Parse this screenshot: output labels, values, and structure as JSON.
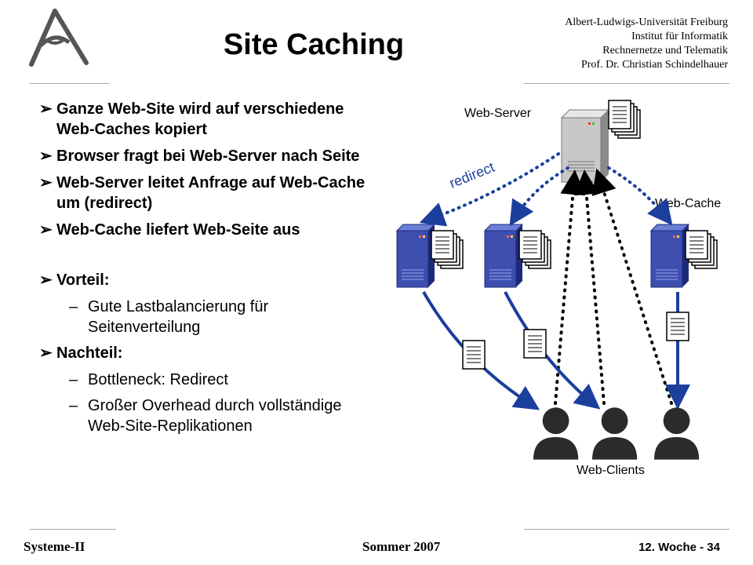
{
  "header": {
    "title": "Site Caching",
    "university": [
      "Albert-Ludwigs-Universität Freiburg",
      "Institut für Informatik",
      "Rechnernetze und Telematik",
      "Prof. Dr. Christian Schindelhauer"
    ]
  },
  "bullets": [
    {
      "text": "Ganze Web-Site wird auf verschiedene Web-Caches kopiert"
    },
    {
      "text": "Browser fragt bei Web-Server nach Seite"
    },
    {
      "text": "Web-Server leitet Anfrage auf Web-Cache um (redirect)"
    },
    {
      "text": "Web-Cache liefert Web-Seite aus"
    },
    {
      "text": "Vorteil:",
      "subs": [
        "Gute Lastbalancierung für Seitenverteilung"
      ]
    },
    {
      "text": "Nachteil:",
      "subs": [
        "Bottleneck: Redirect",
        "Großer Overhead durch vollständige Web-Site-Replikationen"
      ]
    }
  ],
  "diagram": {
    "server_label": "Web-Server",
    "redirect_label": "redirect",
    "cache_label": "Web-Cache",
    "clients_label": "Web-Clients",
    "colors": {
      "server_gray": "#c8c8c8",
      "cache_blue": "#3f4fb0",
      "arrow_blue": "#1a3f9c",
      "dot_black": "#000000"
    }
  },
  "footer": {
    "course": "Systeme-II",
    "term": "Sommer 2007",
    "page": "12. Woche - 34"
  }
}
